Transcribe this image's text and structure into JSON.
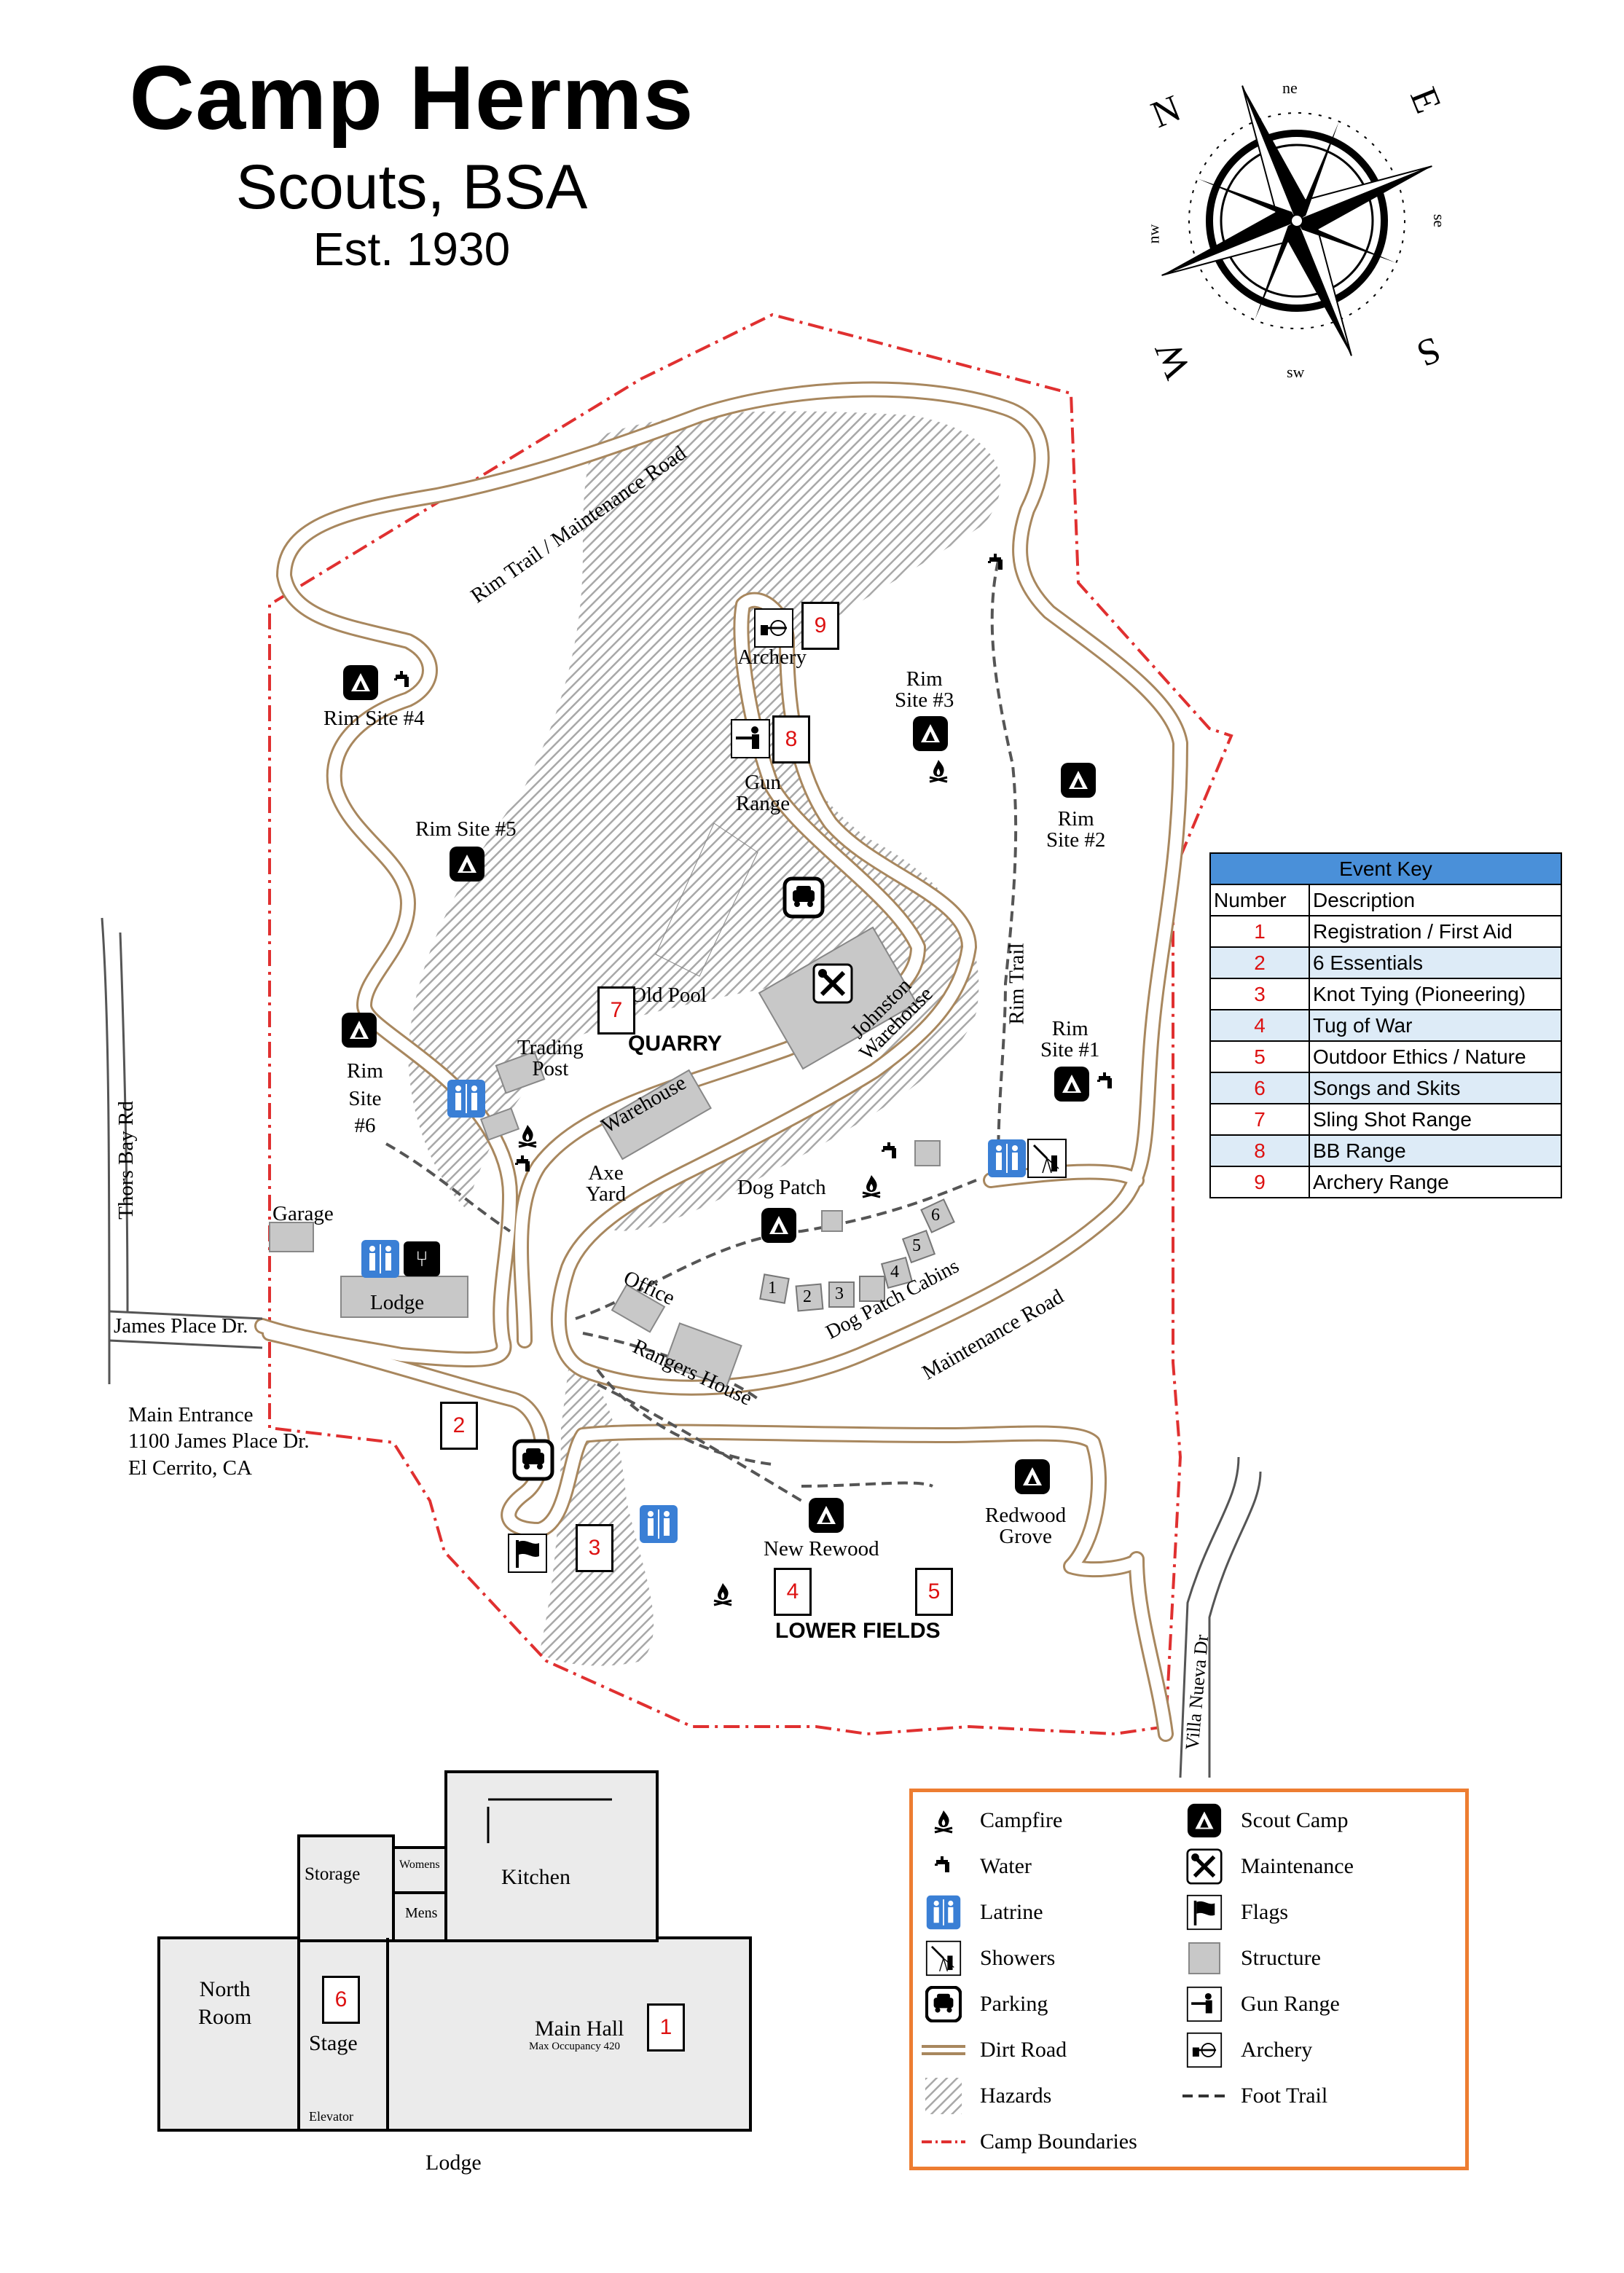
{
  "header": {
    "title": "Camp Herms",
    "subtitle": "Scouts, BSA",
    "established": "Est. 1930"
  },
  "compass": {
    "cardinals": [
      "N",
      "E",
      "S",
      "W"
    ],
    "intercardinals": [
      "ne",
      "se",
      "sw",
      "nw"
    ]
  },
  "labels": {
    "rim_trail_road": "Rim Trail / Maintenance Road",
    "rim_site_4": "Rim Site #4",
    "rim_site_5": "Rim Site #5",
    "rim_site_3": "Rim\nSite #3",
    "rim_site_2": "Rim\nSite #2",
    "rim_site_1": "Rim\nSite #1",
    "rim_site_6": "Rim\nSite\n#6",
    "archery": "Archery",
    "gun_range": "Gun\nRange",
    "old_pool": "Old Pool",
    "quarry": "QUARRY",
    "trading_post": "Trading\nPost",
    "johnston_warehouse": "Johnston\nWarehouse",
    "warehouse": "Warehouse",
    "axe_yard": "Axe\nYard",
    "rim_trail": "Rim Trail",
    "dog_patch": "Dog Patch",
    "dog_patch_cabins": "Dog Patch Cabins",
    "office": "Office",
    "rangers_house": "Rangers House",
    "maintenance_road": "Maintenance Road",
    "garage": "Garage",
    "lodge": "Lodge",
    "thors_bay_rd": "Thors Bay Rd",
    "james_place_dr": "James Place Dr.",
    "main_entrance": "Main Entrance\n1100 James Place Dr.\nEl Cerrito, CA",
    "new_rewood": "New Rewood",
    "lower_fields": "LOWER FIELDS",
    "redwood_grove": "Redwood\nGrove",
    "villa_nueva_dr": "Villa Nueva Dr"
  },
  "cabins": [
    "1",
    "2",
    "3",
    "4",
    "5",
    "6"
  ],
  "map_events": [
    {
      "id": "9"
    },
    {
      "id": "8"
    },
    {
      "id": "7"
    },
    {
      "id": "2"
    },
    {
      "id": "3"
    },
    {
      "id": "4"
    },
    {
      "id": "5"
    }
  ],
  "lodge_plan": {
    "storage": "Storage",
    "womens": "Womens",
    "mens": "Mens",
    "kitchen": "Kitchen",
    "north_room": "North\nRoom",
    "stage": "Stage",
    "elevator": "Elevator",
    "main_hall": "Main Hall",
    "max_occupancy": "Max Occupancy 420",
    "caption": "Lodge",
    "event_stage": "6",
    "event_hall": "1"
  },
  "event_key": {
    "title": "Event Key",
    "col_number": "Number",
    "col_description": "Description",
    "rows": [
      {
        "number": "1",
        "description": "Registration / First Aid"
      },
      {
        "number": "2",
        "description": "6 Essentials"
      },
      {
        "number": "3",
        "description": "Knot Tying (Pioneering)"
      },
      {
        "number": "4",
        "description": "Tug of War"
      },
      {
        "number": "5",
        "description": "Outdoor Ethics / Nature"
      },
      {
        "number": "6",
        "description": "Songs and Skits"
      },
      {
        "number": "7",
        "description": "Sling Shot Range"
      },
      {
        "number": "8",
        "description": "BB Range"
      },
      {
        "number": "9",
        "description": "Archery Range"
      }
    ]
  },
  "legend": {
    "left": [
      {
        "icon": "campfire-icon",
        "label": "Campfire"
      },
      {
        "icon": "water-icon",
        "label": "Water"
      },
      {
        "icon": "latrine-icon",
        "label": "Latrine"
      },
      {
        "icon": "showers-icon",
        "label": "Showers"
      },
      {
        "icon": "parking-icon",
        "label": "Parking"
      },
      {
        "icon": "dirt-road-icon",
        "label": "Dirt Road"
      },
      {
        "icon": "hazards-icon",
        "label": "Hazards"
      },
      {
        "icon": "camp-boundaries-icon",
        "label": "Camp Boundaries"
      }
    ],
    "right": [
      {
        "icon": "scout-camp-icon",
        "label": "Scout Camp"
      },
      {
        "icon": "maintenance-icon",
        "label": "Maintenance"
      },
      {
        "icon": "flags-icon",
        "label": "Flags"
      },
      {
        "icon": "structure-icon",
        "label": "Structure"
      },
      {
        "icon": "gun-range-icon",
        "label": "Gun Range"
      },
      {
        "icon": "archery-icon",
        "label": "Archery"
      },
      {
        "icon": "foot-trail-icon",
        "label": "Foot Trail"
      }
    ]
  },
  "colors": {
    "road": "#a8875e",
    "boundary": "#e03030",
    "hazard": "#b0b0b0",
    "structure": "#c8c8c8",
    "event_number": "#dd1111",
    "key_header": "#4a90d9",
    "key_alt_row": "#ddebf7",
    "legend_border": "#ed7d31",
    "latrine_blue": "#3a7fd5"
  }
}
